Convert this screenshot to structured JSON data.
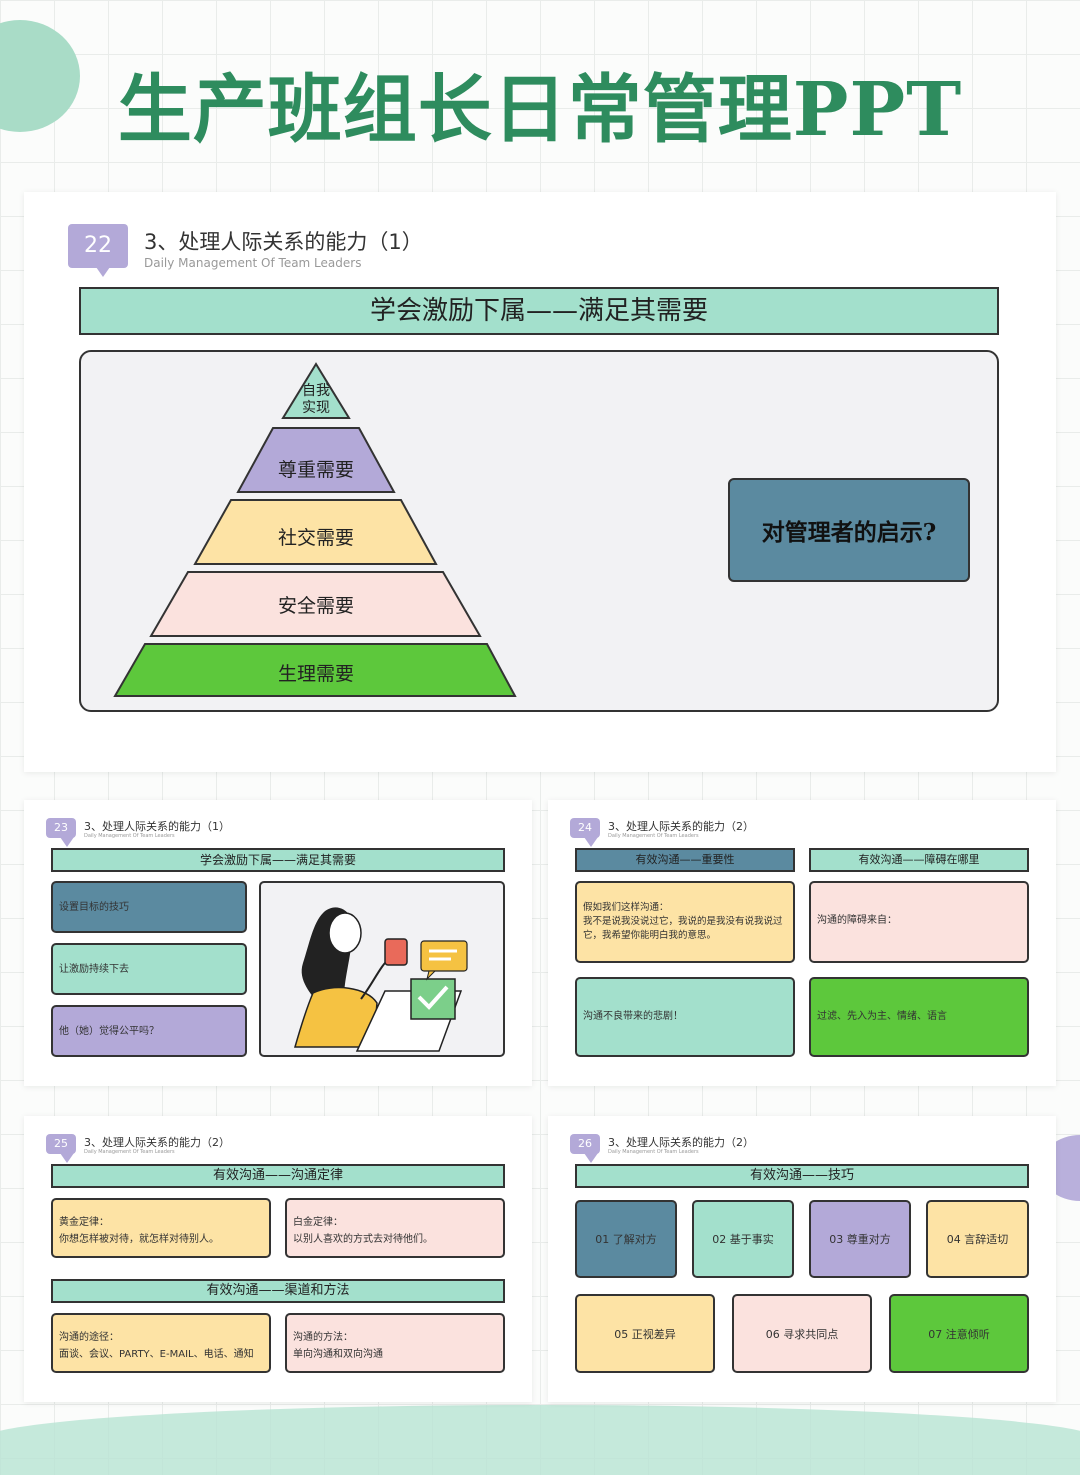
{
  "page": {
    "title": "生产班组长日常管理PPT"
  },
  "slides": {
    "s22": {
      "number": "22",
      "title": "3、处理人际关系的能力（1）",
      "subtitle": "Daily Management Of Team Leaders",
      "banner": "学会激励下属——满足其需要",
      "pyramid": [
        "自我实现",
        "尊重需要",
        "社交需要",
        "安全需要",
        "生理需要"
      ],
      "callout": "对管理者的启示?"
    },
    "s23": {
      "number": "23",
      "title": "3、处理人际关系的能力（1）",
      "subtitle": "Daily Management Of Team Leaders",
      "banner": "学会激励下属——满足其需要",
      "items": [
        "设置目标的技巧",
        "让激励持续下去",
        "他（她）觉得公平吗？"
      ]
    },
    "s24": {
      "number": "24",
      "title": "3、处理人际关系的能力（2）",
      "subtitle": "Daily Management Of Team Leaders",
      "left_header": "有效沟通——重要性",
      "right_header": "有效沟通——障碍在哪里",
      "left_box1": "假如我们这样沟通：",
      "left_box1_body": "我不是说我没说过它，我说的是我没有说我说过它，我希望你能明白我的意思。",
      "left_box2": "沟通不良带来的悲剧！",
      "right_box1": "沟通的障碍来自：",
      "right_box2": "过滤、先入为主、情绪、语言"
    },
    "s25": {
      "number": "25",
      "title": "3、处理人际关系的能力（2）",
      "subtitle": "Daily Management Of Team Leaders",
      "banner1": "有效沟通——沟通定律",
      "gold_title": "黄金定律：",
      "gold_body": "你想怎样被对待，就怎样对待别人。",
      "silver_title": "白金定律：",
      "silver_body": "以别人喜欢的方式去对待他们。",
      "banner2": "有效沟通——渠道和方法",
      "channel_title": "沟通的途径：",
      "channel_body": "面谈、会议、PARTY、E-MAIL、电话、通知",
      "method_title": "沟通的方法：",
      "method_body": "单向沟通和双向沟通"
    },
    "s26": {
      "number": "26",
      "title": "3、处理人际关系的能力（2）",
      "subtitle": "Daily Management Of Team Leaders",
      "banner": "有效沟通——技巧",
      "tips": [
        "01 了解对方",
        "02 基于事实",
        "03 尊重对方",
        "04 言辞适切",
        "05 正视差异",
        "06 寻求共同点",
        "07 注意倾听"
      ]
    }
  },
  "colors": {
    "title_green": "#2e8c5e",
    "teal": "#a3e0cc",
    "slate": "#5b8aa0",
    "lavender": "#b3a9d8",
    "peach": "#fde3a5",
    "pink": "#fbe2de",
    "green": "#5dc83c"
  }
}
